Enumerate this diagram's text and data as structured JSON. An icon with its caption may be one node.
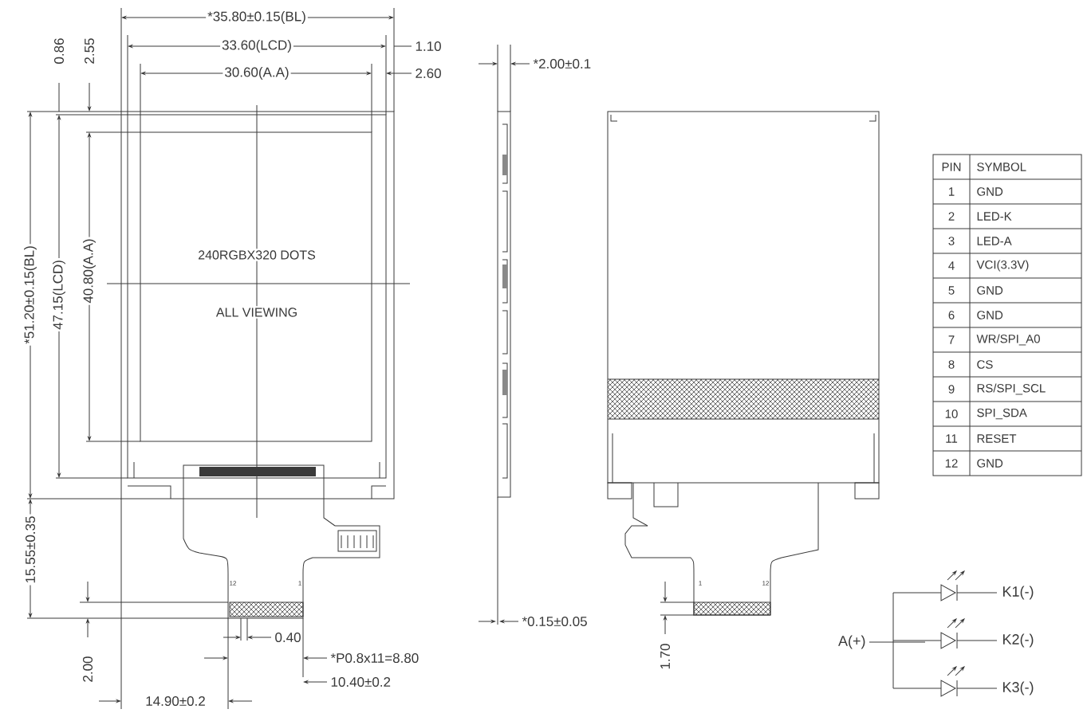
{
  "diagram": {
    "labels": [
      "*35.80±0.15(BL)",
      "33.60(LCD)",
      "30.60(A.A)",
      "1.10",
      "2.60",
      "0.86",
      "2.55",
      "*51.20±0.15(BL)",
      "47.15(LCD)",
      "40.80(A.A)",
      "240RGBX320 DOTS",
      "ALL VIEWING",
      "15.55±0.35",
      "2.00",
      "12",
      "1",
      "0.40",
      "*P0.8x11=8.80",
      "10.40±0.2",
      "14.90±0.2",
      "*2.00±0.1",
      "*0.15±0.05",
      "1",
      "12",
      "1.70",
      "PIN",
      "SYMBOL",
      "1",
      "GND",
      "2",
      "LED-K",
      "3",
      "LED-A",
      "4",
      "VCI(3.3V)",
      "5",
      "GND",
      "6",
      "GND",
      "7",
      "WR/SPI_A0",
      "8",
      "CS",
      "9",
      "RS/SPI_SCL",
      "10",
      "SPI_SDA",
      "11",
      "RESET",
      "12",
      "GND",
      "K1(-)",
      "A(+)",
      "K2(-)",
      "K3(-)"
    ]
  }
}
